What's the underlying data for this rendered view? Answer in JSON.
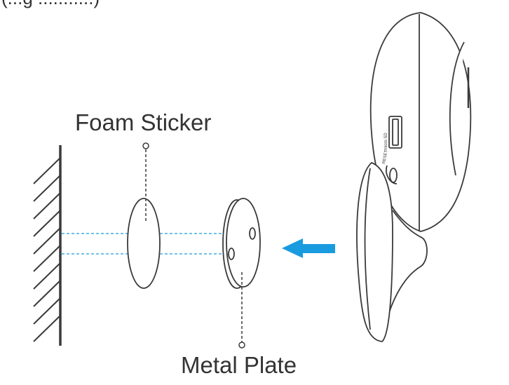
{
  "top_text_fragment": "(...g ...........)",
  "labels": {
    "foam_sticker": "Foam Sticker",
    "metal_plate": "Metal Plate"
  },
  "camera_text": {
    "micro_sd": "micro SD",
    "reset": "RESET"
  },
  "colors": {
    "line": "#3a3a3a",
    "arrow": "#1a9be0",
    "guide_dash": "#1a9be0",
    "text": "#333333"
  },
  "icons": [
    "arrow-left-icon",
    "wall-icon",
    "camera-icon"
  ]
}
